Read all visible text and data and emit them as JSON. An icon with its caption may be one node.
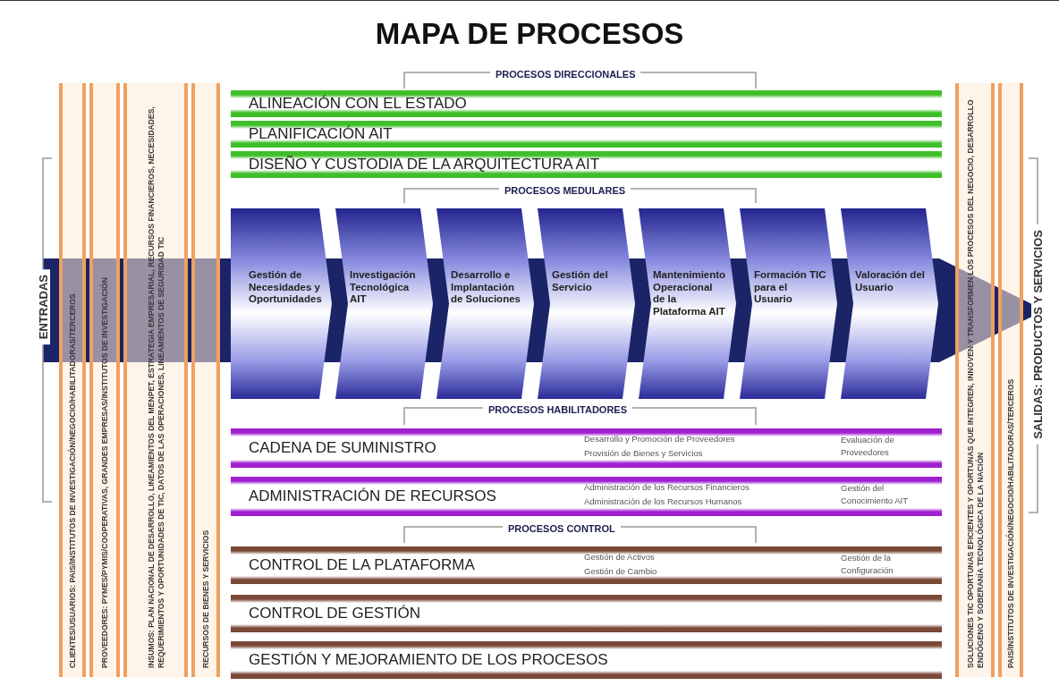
{
  "diagram": {
    "title": "MAPA DE PROCESOS",
    "nodes": [
      {
        "text": [
          "CLIENTES/USUARIOS: PAIS/INSTITUTOS DE INVESTIGACIÓN/NEGOCIO/HABILITADORAS/TERCEROS"
        ]
      },
      {
        "text": [
          "PROVEEDORES: PYMES/PYMIS/COOPERATIVAS, GRANDES EMPRESAS/INSTITUTOS DE INVESTIGACIÓN"
        ]
      },
      {
        "text": [
          "INSUMOS: PLAN NACIONAL DE DESARROLLO, LINEAMIENTOS DEL MENPET, ESTRATEGIA EMPRESARIAL, RECURSOS FINANCIEROS, NECESIDADES, REQUERIMIENTOS Y OPORTUNIDADES DE TIC, DATOS DE LAS OPERACIONES, LINEAMIENTOS DE SEGURIDAD TIC"
        ]
      },
      {
        "text": [
          "RECURSOS DE BIENES Y SERVICIOS"
        ]
      },
      {
        "text": [
          "ALINEACIÓN CON EL ESTADO"
        ]
      },
      {
        "text": [
          "PLANIFICACIÓN AIT"
        ]
      },
      {
        "text": [
          "DISEÑO Y CUSTODIA DE LA ARQUITECTURA AIT"
        ]
      },
      {
        "text": [
          "Gestión de Necesidades y Oportunidades"
        ]
      },
      {
        "text": [
          "Investigación Tecnológica AIT"
        ]
      },
      {
        "text": [
          "Desarrollo e Implantación de Soluciones"
        ]
      },
      {
        "text": [
          "Gestión del Servicio"
        ]
      },
      {
        "text": [
          "Mantenimiento Operacional de la Plataforma AIT"
        ]
      },
      {
        "text": [
          "Formación TIC para el Usuario"
        ]
      },
      {
        "text": [
          "Valoración del Usuario"
        ]
      },
      {
        "text": [
          "CADENA DE SUMINISTRO",
          "Desarrollo y Promoción de Proveedores",
          "Provisión de Bienes y Servicios",
          "Evaluación de Proveedores"
        ]
      },
      {
        "text": [
          "ADMINISTRACIÓN DE RECURSOS",
          "Administración de los Recursos Financieros",
          "Administración de los Recursos Humanos",
          "Gestión del Conocimiento AIT"
        ]
      },
      {
        "text": [
          "CONTROL DE LA PLATAFORMA",
          "Gestión de Activos",
          "Gestión de Cambio",
          "Gestión de la Configuración"
        ]
      },
      {
        "text": [
          "CONTROL DE GESTIÓN"
        ]
      },
      {
        "text": [
          "GESTIÓN Y MEJORAMIENTO DE LOS PROCESOS"
        ]
      },
      {
        "text": [
          "SOLUCIONES TIC OPORTUNAS EFICIENTES Y OPORTUNAS QUE INTEGREN, INNOVEN Y TRANSFORMEN LOS PROCESOS DEL NEGOCIO, DESARROLLO ENDÓGENO Y SOBERANÍA TECNOLÓGICA DE LA NACIÓN"
        ]
      },
      {
        "text": [
          "PAIS/INSTITUTOS DE INVESTIGACIÓN/NEGOCIO/HABILITADORAS/TERCEROS"
        ]
      }
    ],
    "labels": [
      "ENTRADAS",
      "PROCESOS DIRECCIONALES",
      "PROCESOS MEDULARES",
      "PROCESOS HABILITADORES",
      "PROCESOS CONTROL",
      "SALIDAS: PRODUCTOS Y SERVICIOS"
    ]
  }
}
